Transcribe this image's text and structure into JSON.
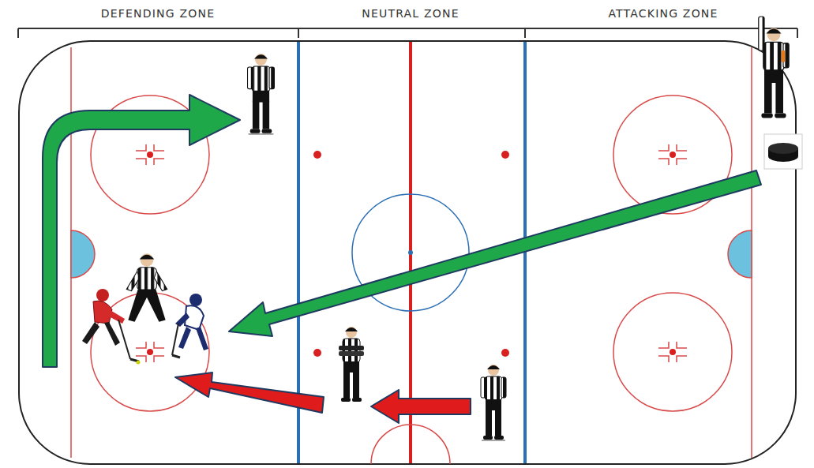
{
  "diagram": {
    "labels": [
      "DEFENDING ZONE",
      "NEUTRAL ZONE",
      "ATTACKING ZONE"
    ]
  }
}
